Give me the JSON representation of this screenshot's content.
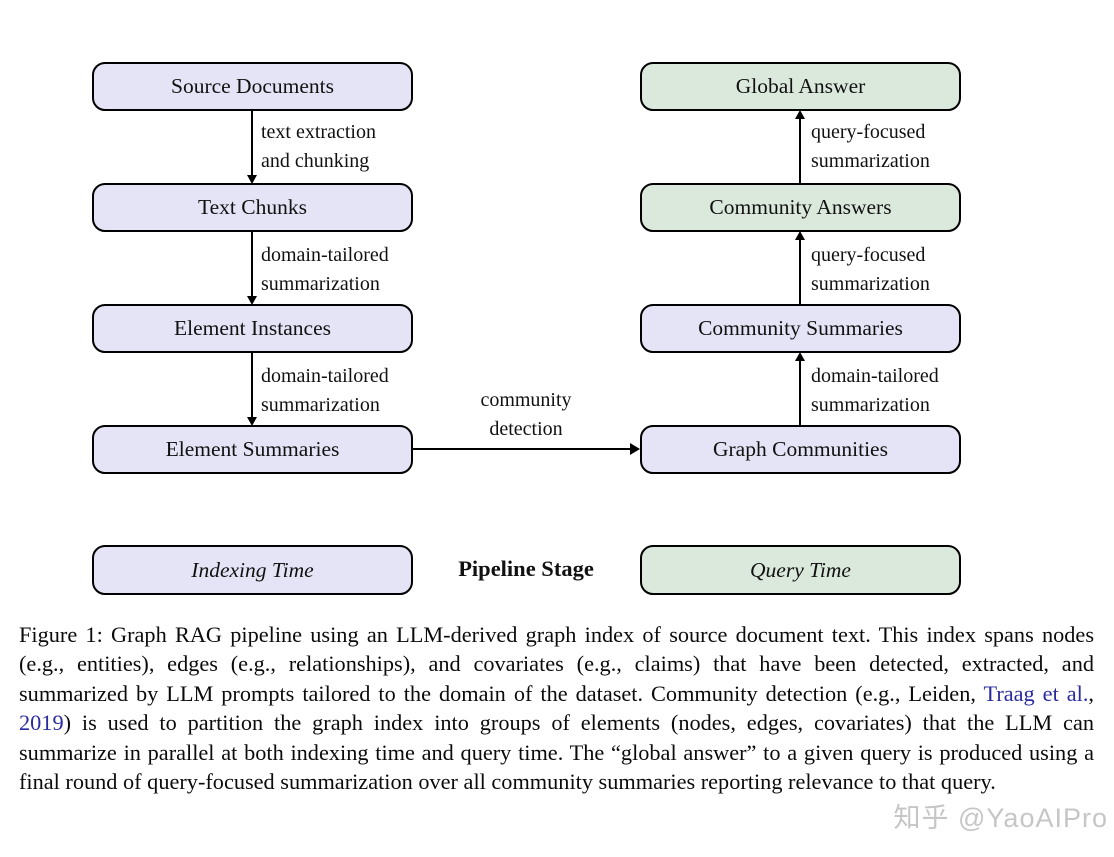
{
  "nodes": {
    "source_documents": {
      "label": "Source Documents"
    },
    "text_chunks": {
      "label": "Text Chunks"
    },
    "element_instances": {
      "label": "Element Instances"
    },
    "element_summaries": {
      "label": "Element Summaries"
    },
    "global_answer": {
      "label": "Global Answer"
    },
    "community_answers": {
      "label": "Community Answers"
    },
    "community_summaries": {
      "label": "Community Summaries"
    },
    "graph_communities": {
      "label": "Graph Communities"
    }
  },
  "edges": {
    "text_extraction": {
      "line1": "text extraction",
      "line2": "and chunking"
    },
    "domain_tailored_a": {
      "line1": "domain-tailored",
      "line2": "summarization"
    },
    "domain_tailored_b": {
      "line1": "domain-tailored",
      "line2": "summarization"
    },
    "community_detection": {
      "line1": "community",
      "line2": "detection"
    },
    "domain_tailored_c": {
      "line1": "domain-tailored",
      "line2": "summarization"
    },
    "query_focused_a": {
      "line1": "query-focused",
      "line2": "summarization"
    },
    "query_focused_b": {
      "line1": "query-focused",
      "line2": "summarization"
    }
  },
  "legend": {
    "indexing_time": "Indexing Time",
    "pipeline_stage": "Pipeline Stage",
    "query_time": "Query Time"
  },
  "caption": {
    "segment1": "Figure 1: Graph RAG pipeline using an LLM-derived graph index of source document text. This index spans nodes (e.g., entities), edges (e.g., relationships), and covariates (e.g., claims) that have been detected, extracted, and summarized by LLM prompts tailored to the domain of the dataset. Community detection (e.g., Leiden, ",
    "link1": "Traag et al.",
    "segment2": ", ",
    "link2": "2019",
    "segment3": ") is used to partition the graph index into groups of elements (nodes, edges, covariates) that the LLM can summarize in parallel at both indexing time and query time. The “global answer” to a given query is produced using a final round of query-focused summarization over all community summaries reporting relevance to that query."
  },
  "watermark": "知乎 @YaoAIPro",
  "colors": {
    "indexing_fill": "#e4e4f6",
    "query_fill": "#dbe9dd",
    "border": "#000000",
    "link": "#2a2aa0",
    "watermark": "#c6c6c6"
  }
}
